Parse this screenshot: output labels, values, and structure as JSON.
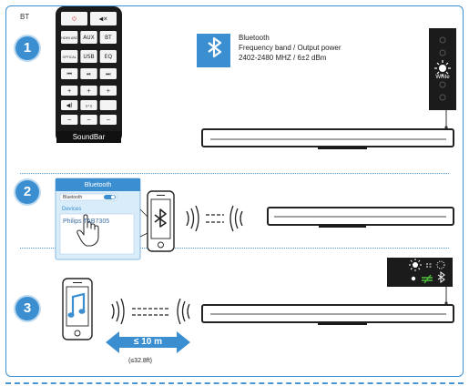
{
  "corner_label": "BT",
  "steps": [
    "1",
    "2",
    "3"
  ],
  "remote": {
    "buttons": [
      [
        "⏻",
        "◀✕"
      ],
      [
        "HDMI ARC",
        "AUX",
        "BT"
      ],
      [
        "OPTICAL",
        "USB",
        "EQ"
      ],
      [
        "⏮",
        "⏯",
        "⏭"
      ],
      [
        "+",
        "+",
        "+"
      ],
      [
        "◀)",
        "((•))",
        ""
      ],
      [
        "−",
        "−",
        "−"
      ]
    ],
    "brand": "SoundBar"
  },
  "bluetooth_info": {
    "title": "Bluetooth",
    "line1": "Frequency band / Output power",
    "line2": "2402-2480 MHZ / 6±2 dBm"
  },
  "indicator": {
    "color_label": "White"
  },
  "phone_screen": {
    "header": "Bluetooth",
    "toggle_label": "Bluetooth",
    "section": "Devices",
    "device": "Philips TAB7305"
  },
  "range": {
    "distance": "≤ 10 m",
    "imperial": "(≤32.8ft)"
  },
  "colors": {
    "accent": "#3b8fd1",
    "soundbar": "#1a1a1a",
    "screen": "#d9ecfa"
  }
}
